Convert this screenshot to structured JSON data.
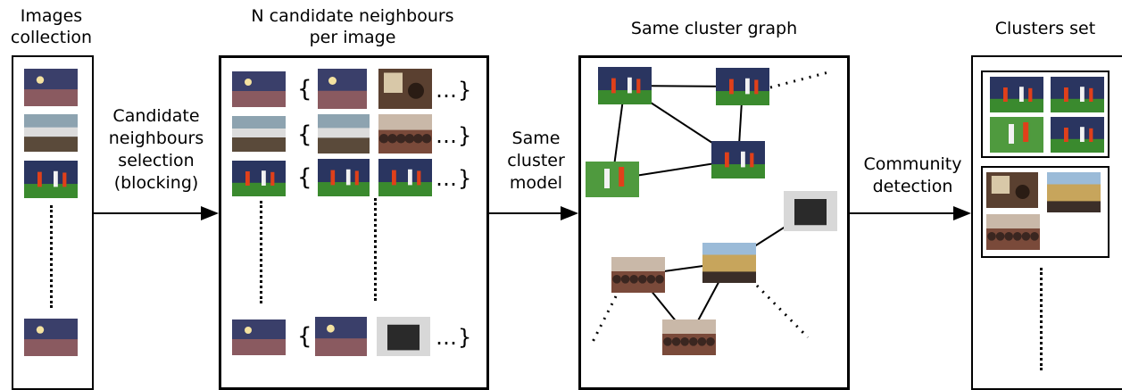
{
  "headers": {
    "images_collection": [
      "Images",
      "collection"
    ],
    "candidates": [
      "N candidate neighbours",
      "per image"
    ],
    "graph": "Same cluster graph",
    "clusters": "Clusters set"
  },
  "steps": {
    "blocking": [
      "Candidate",
      "neighbours",
      "selection",
      "(blocking)"
    ],
    "model": [
      "Same",
      "cluster",
      "model"
    ],
    "community": [
      "Community",
      "detection"
    ]
  },
  "candidate_rows": [
    {
      "open": "{",
      "close": "…}"
    },
    {
      "open": "{",
      "close": "…}"
    },
    {
      "open": "{",
      "close": "…}"
    },
    {
      "open": "{",
      "close": "…}"
    }
  ],
  "graph_nodes": [
    "soccer-a",
    "soccer-b",
    "soccer-c",
    "soccer-d",
    "crowd-a",
    "plaza-a",
    "crowd-b",
    "crowd-c"
  ],
  "graph_edges": [
    [
      0,
      1
    ],
    [
      0,
      2
    ],
    [
      0,
      3
    ],
    [
      1,
      3
    ],
    [
      3,
      2
    ],
    [
      4,
      5
    ],
    [
      5,
      6
    ],
    [
      4,
      6
    ],
    [
      5,
      7
    ]
  ],
  "colors": {
    "line": "#000000",
    "grass": "#3a8a2e",
    "night": "#2a3560",
    "crowd": "#7a4a3a",
    "shirt_red": "#e0401a",
    "shirt_white": "#f2f2f2"
  }
}
